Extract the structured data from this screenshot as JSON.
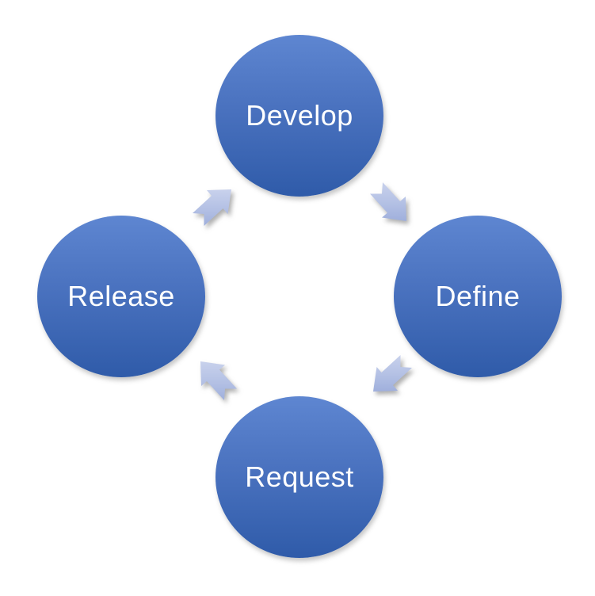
{
  "diagram": {
    "type": "cycle",
    "direction": "clockwise",
    "nodes": [
      {
        "id": "develop",
        "label": "Develop",
        "position": "top"
      },
      {
        "id": "define",
        "label": "Define",
        "position": "right"
      },
      {
        "id": "request",
        "label": "Request",
        "position": "bottom"
      },
      {
        "id": "release",
        "label": "Release",
        "position": "left"
      }
    ],
    "arrows": [
      {
        "id": "develop-to-define",
        "from": "Develop",
        "to": "Define",
        "points": "south-east"
      },
      {
        "id": "define-to-request",
        "from": "Define",
        "to": "Request",
        "points": "south-west"
      },
      {
        "id": "request-to-release",
        "from": "Request",
        "to": "Release",
        "points": "north-west"
      },
      {
        "id": "release-to-develop",
        "from": "Release",
        "to": "Develop",
        "points": "north-east"
      }
    ],
    "colors": {
      "circle_gradient_top": "#5e86d1",
      "circle_gradient_bottom": "#2f5ba9",
      "arrow_gradient_top": "#c8d1ec",
      "arrow_gradient_bottom": "#9fafdc",
      "label_text": "#ffffff",
      "background": "#ffffff"
    }
  }
}
